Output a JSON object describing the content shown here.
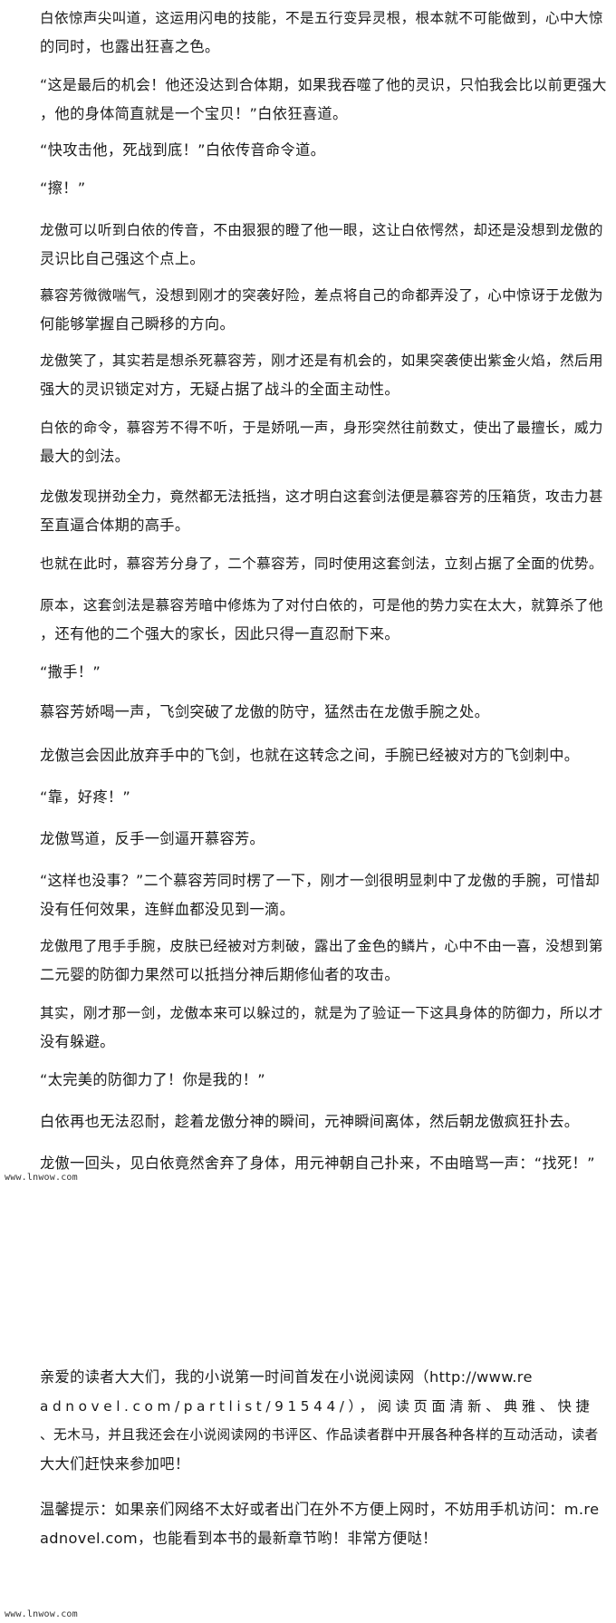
{
  "paragraphs": [
    {
      "lines": [
        "白依惊声尖叫道，这运用闪电的技能，不是五行变异灵根，根本就不可能做到，心中大惊",
        "的同时，也露出狂喜之色。"
      ]
    },
    {
      "lines": [
        "“这是最后的机会！他还没达到合体期，如果我吞噬了他的灵识，只怕我会比以前更强大",
        "，他的身体简直就是一个宝贝！”白依狂喜道。"
      ]
    },
    {
      "lines": [
        "“快攻击他，死战到底！”白依传音命令道。"
      ]
    },
    {
      "lines": [
        "“擦！”"
      ]
    },
    {
      "lines": [
        "龙傲可以听到白依的传音，不由狠狠的瞪了他一眼，这让白依愕然，却还是没想到龙傲的",
        "灵识比自己强这个点上。"
      ]
    },
    {
      "lines": [
        "慕容芳微微喘气，没想到刚才的突袭好险，差点将自己的命都弄没了，心中惊讶于龙傲为",
        "何能够掌握自己瞬移的方向。"
      ]
    },
    {
      "lines": [
        "龙傲笑了，其实若是想杀死慕容芳，刚才还是有机会的，如果突袭使出紫金火焰，然后用",
        "强大的灵识锁定对方，无疑占据了战斗的全面主动性。"
      ]
    },
    {
      "lines": [
        "白依的命令，慕容芳不得不听，于是娇吼一声，身形突然往前数丈，使出了最擅长，威力",
        "最大的剑法。"
      ]
    },
    {
      "lines": [
        "龙傲发现拼劲全力，竟然都无法抵挡，这才明白这套剑法便是慕容芳的压箱货，攻击力甚",
        "至直逼合体期的高手。"
      ]
    },
    {
      "lines": [
        "也就在此时，慕容芳分身了，二个慕容芳，同时使用这套剑法，立刻占据了全面的优势。"
      ]
    },
    {
      "lines": [
        "原本，这套剑法是慕容芳暗中修炼为了对付白依的，可是他的势力实在太大，就算杀了他",
        "，还有他的二个强大的家长，因此只得一直忍耐下来。"
      ]
    },
    {
      "lines": [
        "“撒手！”"
      ]
    },
    {
      "lines": [
        "慕容芳娇喝一声，飞剑突破了龙傲的防守，猛然击在龙傲手腕之处。"
      ]
    },
    {
      "lines": [
        "龙傲岂会因此放弃手中的飞剑，也就在这转念之间，手腕已经被对方的飞剑刺中。"
      ]
    },
    {
      "lines": [
        "“靠，好疼！”"
      ]
    },
    {
      "lines": [
        "龙傲骂道，反手一剑逼开慕容芳。"
      ]
    },
    {
      "lines": [
        "“这样也没事？”二个慕容芳同时楞了一下，刚才一剑很明显刺中了龙傲的手腕，可惜却",
        "没有任何效果，连鲜血都没见到一滴。"
      ]
    },
    {
      "lines": [
        "龙傲甩了甩手手腕，皮肤已经被对方刺破，露出了金色的鳞片，心中不由一喜，没想到第",
        "二元婴的防御力果然可以抵挡分神后期修仙者的攻击。"
      ]
    },
    {
      "lines": [
        "其实，刚才那一剑，龙傲本来可以躲过的，就是为了验证一下这具身体的防御力，所以才",
        "没有躲避。"
      ]
    },
    {
      "lines": [
        "“太完美的防御力了！你是我的！”"
      ]
    },
    {
      "lines": [
        "白依再也无法忍耐，趁着龙傲分神的瞬间，元神瞬间离体，然后朝龙傲疯狂扑去。"
      ]
    },
    {
      "lines": [
        "龙傲一回头，见白依竟然舍弃了身体，用元神朝自己扑来，不由暗骂一声：“找死！”"
      ]
    },
    {
      "lines": [
        "亲爱的读者大大们，我的小说第一时间首发在小说阅读网（http://www.re",
        "adnovel.com/partlist/91544/），阅读页面清新、典雅、快捷",
        "、无木马，并且我还会在小说阅读网的书评区、作品读者群中开展各种各样的互动活动，读者",
        "大大们赶快来参加吧！"
      ]
    },
    {
      "lines": [
        "温馨提示：如果亲们网络不太好或者出门在外不方便上网时，不妨用手机访问：m.re",
        "adnovel.com，也能看到本书的最新章节哟！非常方便哒！"
      ]
    }
  ],
  "watermarks": {
    "top": "www.lnwow.com",
    "bottom": "www.lnwow.com"
  }
}
